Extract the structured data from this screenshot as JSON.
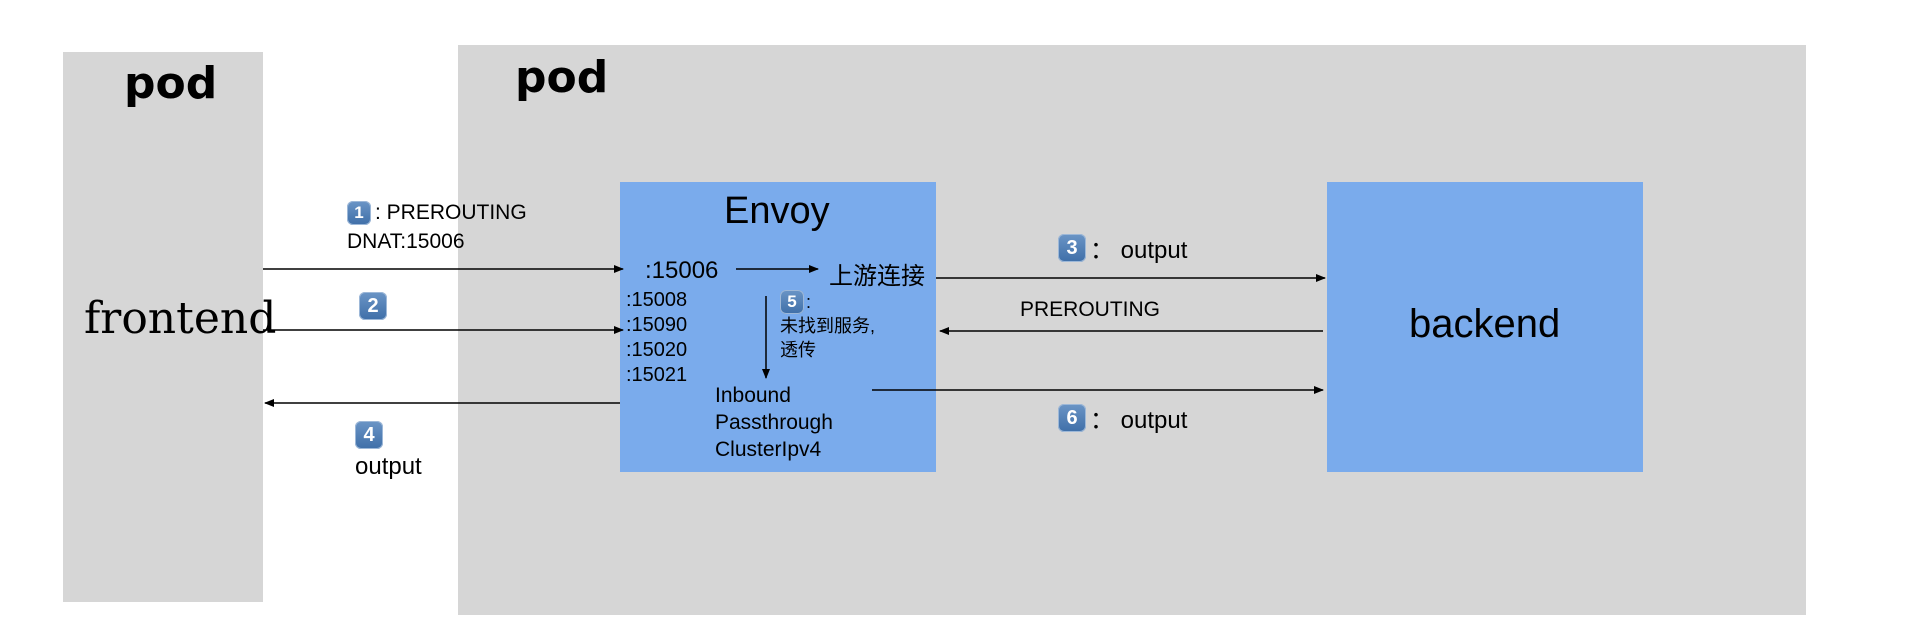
{
  "pods": {
    "left": {
      "title": "pod",
      "label": "frontend"
    },
    "right": {
      "title": "pod"
    }
  },
  "envoy": {
    "title": "Envoy",
    "main_port": ":15006",
    "upstream": "上游连接",
    "ports": [
      ":15008",
      ":15090",
      ":15020",
      ":15021"
    ],
    "step5": {
      "badge": "5",
      "colon": ":",
      "line1": "未找到服务,",
      "line2": "透传"
    },
    "cluster": [
      "Inbound",
      "Passthrough",
      "ClusterIpv4"
    ]
  },
  "backend": {
    "label": "backend"
  },
  "steps": {
    "s1": {
      "badge": "1",
      "line1": ":  PREROUTING",
      "line2": "DNAT:15006"
    },
    "s2": {
      "badge": "2"
    },
    "s3": {
      "badge": "3",
      "text": "：  output"
    },
    "prerouting": "PREROUTING",
    "s4": {
      "badge": "4",
      "text": "output"
    },
    "s6": {
      "badge": "6",
      "text": "：  output"
    }
  },
  "colors": {
    "pod": "#d6d6d6",
    "box": "#7aabec",
    "arrow": "#000000"
  }
}
